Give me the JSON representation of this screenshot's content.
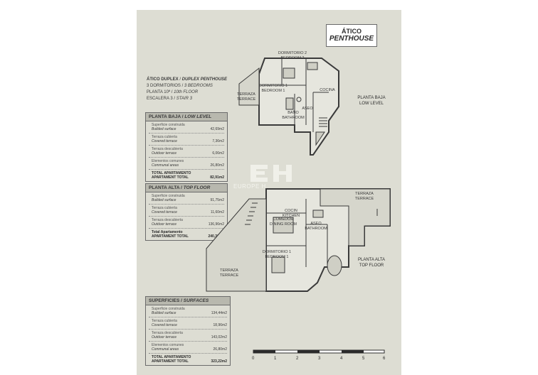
{
  "title": {
    "line1": "ÁTICO",
    "line2": "PENTHOUSE"
  },
  "info": {
    "type_es": "ÁTICO DUPLEX",
    "type_en": "DUPLEX PENTHOUSE",
    "bedrooms_es": "3 DORMITORIOS",
    "bedrooms_en": "3 BEDROOMS",
    "floor_es": "PLANTA 10ª",
    "floor_en": "10th FLOOR",
    "stair_es": "ESCALERA 3",
    "stair_en": "STAIR 3"
  },
  "low_level": {
    "header_es": "PLANTA BAJA",
    "header_en": "LOW LEVEL",
    "rows": [
      {
        "es": "Superficie construida",
        "en": "Builded surface",
        "value": "42,69m2"
      },
      {
        "es": "Terraza cubierta",
        "en": "Covered terrace",
        "value": "7,36m2"
      },
      {
        "es": "Terraza descubierta",
        "en": "Outdoor terrace",
        "value": "6,06m2"
      },
      {
        "es": "Elementos comunes",
        "en": "Communal areas",
        "value": "26,80m2"
      }
    ],
    "total": {
      "es": "TOTAL APARTAMENTO",
      "en": "APARTAMENT TOTAL",
      "value": "82,91m2"
    }
  },
  "top_floor": {
    "header_es": "PLANTA ALTA",
    "header_en": "TOP FLOOR",
    "rows": [
      {
        "es": "Superficie construida",
        "en": "Builded surface",
        "value": "91,75m2"
      },
      {
        "es": "Terraza cubierta",
        "en": "Covered terrace",
        "value": "11,60m2"
      },
      {
        "es": "Terraza descubierta",
        "en": "Outdoor terrace",
        "value": "136,96m2"
      }
    ],
    "total": {
      "es": "Total Apartamento",
      "en": "APARTAMENT TOTAL",
      "value": "240,31m2"
    }
  },
  "surfaces": {
    "header_es": "SUPERFICIES",
    "header_en": "SURFACES",
    "rows": [
      {
        "es": "Superficie construida",
        "en": "Builded surface",
        "value": "134,44m2"
      },
      {
        "es": "Terraza cubierta",
        "en": "Covered terrace",
        "value": "18,96m2"
      },
      {
        "es": "Terraza descubierta",
        "en": "Outdoor terrace",
        "value": "143,02m2"
      },
      {
        "es": "Elementos comunes",
        "en": "Communal areas",
        "value": "26,80m2"
      }
    ],
    "total": {
      "es": "TOTAL APARTAMENTO",
      "en": "APARTAMENT TOTAL",
      "value": "323,22m2"
    }
  },
  "plan_labels": {
    "dorm2": "DORMITORIO 2\nBEDROOM 2",
    "dorm1_low": "DORMITORIO 1\nBEDROOM 1",
    "terraza_low": "TERRAZA\nTERRACE",
    "cocina": "COCINA",
    "bano": "BAÑO\nBATHROOM",
    "aseo_low": "ASEO",
    "level_low": "PLANTA BAJA\nLOW LEVEL",
    "terraza_top_right": "TERRAZA\nTERRACE",
    "cocina_top": "COCIN\nKITCHEN",
    "comedor": "COMEDOR\nDINING ROOM",
    "aseo_top": "ASEO\nBATHROOM",
    "dorm1_top": "DORMITORIO 1\nBEDROOM 1",
    "terraza_top_left": "TERRAZA\nTERRACE",
    "level_top": "PLANTA ALTA\nTOP FLOOR"
  },
  "watermark": {
    "text": "EUROPE H"
  },
  "scale": {
    "ticks": [
      "0",
      "1",
      "2",
      "3",
      "4",
      "5",
      "6"
    ]
  },
  "colors": {
    "sheet": "#ddddd3",
    "lines": "#3a3a3a",
    "header": "#b8b8ae"
  }
}
